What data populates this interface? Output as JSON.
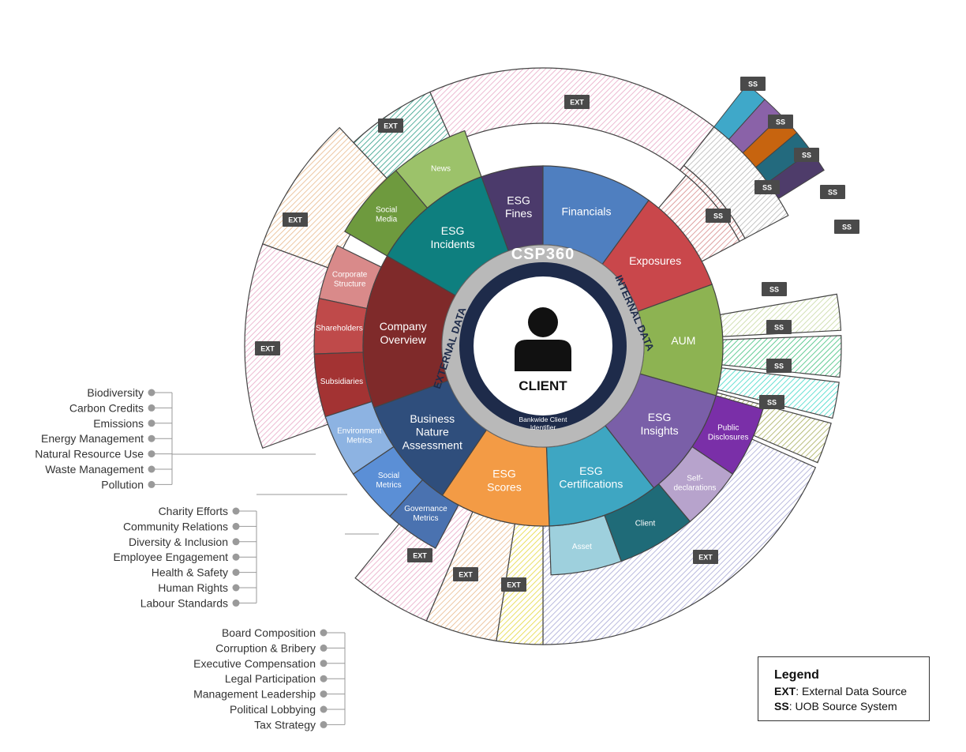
{
  "center": {
    "label": "CLIENT",
    "sublabel_line1": "Bankwide Client",
    "sublabel_line2": "Identifier",
    "ring_title": "CSP360",
    "ring_left": "EXTERNAL DATA",
    "ring_right": "INTERNAL DATA",
    "icon": "person-silhouette-icon"
  },
  "categories": [
    {
      "id": "esg-fines",
      "lines": [
        "ESG",
        "Fines"
      ],
      "color": "#4B3A6B"
    },
    {
      "id": "financials",
      "lines": [
        "Financials"
      ],
      "color": "#4F7FC0"
    },
    {
      "id": "exposures",
      "lines": [
        "Exposures"
      ],
      "color": "#C9474B"
    },
    {
      "id": "aum",
      "lines": [
        "AUM"
      ],
      "color": "#8DB352"
    },
    {
      "id": "esg-insights",
      "lines": [
        "ESG",
        "Insights"
      ],
      "color": "#7A5FA8"
    },
    {
      "id": "esg-certifications",
      "lines": [
        "ESG",
        "Certifications"
      ],
      "color": "#3EA6C2"
    },
    {
      "id": "esg-scores",
      "lines": [
        "ESG",
        "Scores"
      ],
      "color": "#F39B45"
    },
    {
      "id": "business-nature-assessment",
      "lines": [
        "Business",
        "Nature",
        "Assessment"
      ],
      "color": "#2F4E7C"
    },
    {
      "id": "company-overview",
      "lines": [
        "Company",
        "Overview"
      ],
      "color": "#7F2A2A"
    },
    {
      "id": "esg-incidents",
      "lines": [
        "ESG",
        "Incidents"
      ],
      "color": "#0E7F7F"
    }
  ],
  "subcategories": [
    {
      "id": "news",
      "lines": [
        "News"
      ],
      "color": "#9CC26A"
    },
    {
      "id": "social-media",
      "lines": [
        "Social",
        "Media"
      ],
      "color": "#6E9A3E"
    },
    {
      "id": "corporate-structure",
      "lines": [
        "Corporate",
        "Structure"
      ],
      "color": "#D98A8A"
    },
    {
      "id": "shareholders",
      "lines": [
        "Shareholders"
      ],
      "color": "#BF4A4A"
    },
    {
      "id": "subsidiaries",
      "lines": [
        "Subsidiaries"
      ],
      "color": "#A33333"
    },
    {
      "id": "environment-metrics",
      "lines": [
        "Environment",
        "Metrics"
      ],
      "color": "#8DB3E2"
    },
    {
      "id": "social-metrics",
      "lines": [
        "Social",
        "Metrics"
      ],
      "color": "#5B8FD6"
    },
    {
      "id": "governance-metrics",
      "lines": [
        "Governance",
        "Metrics"
      ],
      "color": "#4A72B0"
    },
    {
      "id": "asset",
      "lines": [
        "Asset"
      ],
      "color": "#9ED0DD"
    },
    {
      "id": "client",
      "lines": [
        "Client"
      ],
      "color": "#1F6B78"
    },
    {
      "id": "self-declarations",
      "lines": [
        "Self-",
        "declarations"
      ],
      "color": "#B7A3CC"
    },
    {
      "id": "public-disclosures",
      "lines": [
        "Public",
        "Disclosures"
      ],
      "color": "#7A2FA8"
    }
  ],
  "source_tag_ext": "EXT",
  "source_tag_ss": "SS",
  "outer_colors": {
    "ext_pink": "#E8A9C6",
    "ext_teal": "#2E9C86",
    "ext_peach": "#E9B98C",
    "ext_yellow": "#E6D83A",
    "ext_lavender": "#A9A9D6",
    "ss_salmon": "#D68A8A",
    "ss_grey": "#B5B5B5",
    "ss_lightgreen": "#C7D9A2",
    "ss_green": "#3DBF7A",
    "ss_cyan": "#3FD9C7",
    "ss_olive": "#A6AD5A",
    "ss_blue": "#3FA8C9",
    "ss_purple": "#8A62A8",
    "ss_orange": "#C7640F",
    "ss_darkteal": "#236A7E",
    "ss_darkpurple": "#4E3C6A"
  },
  "environment_metrics_list": [
    "Biodiversity",
    "Carbon Credits",
    "Emissions",
    "Energy Management",
    "Natural Resource Use",
    "Waste Management",
    "Pollution"
  ],
  "social_metrics_list": [
    "Charity Efforts",
    "Community Relations",
    "Diversity & Inclusion",
    "Employee Engagement",
    "Health & Safety",
    "Human Rights",
    "Labour Standards"
  ],
  "governance_metrics_list": [
    "Board Composition",
    "Corruption & Bribery",
    "Executive Compensation",
    "Legal Participation",
    "Management Leadership",
    "Political Lobbying",
    "Tax Strategy"
  ],
  "legend": {
    "title": "Legend",
    "ext_key": "EXT",
    "ext_text": ": External Data Source",
    "ss_key": "SS",
    "ss_text": ": UOB Source System"
  }
}
